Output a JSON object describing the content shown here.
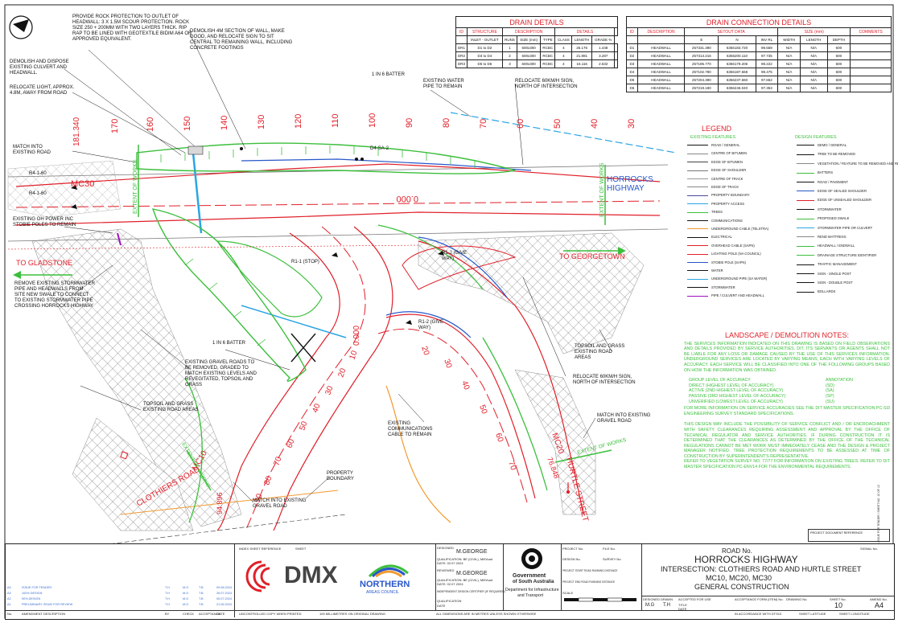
{
  "colors": {
    "design_green": "#3cbf3c",
    "road_red": "#e0202a",
    "stormwater_blue": "#2857c9",
    "hatch_grey": "#8c8c8c",
    "communications_orange": "#f29a2e"
  },
  "notes": {
    "rock_protection": "PROVIDE ROCK PROTECTION TO OUTLET OF HEADWALL: 3 X 1.5m SCOUR PROTECTION. ROCK SIZE 250 + 200mm WITH TWO LAYERS THICK. RIP RAP TO BE LINED WITH GEOTEXTILE BIDIM A64 OR APPROVED EQUIVALENT.",
    "demolish_wall": "DEMOLISH 4m SECTION OF WALL, MAKE GOOD, AND RELOCATE SIGN TO SIT CENTRAL TO REMAINING WALL, INCLUDING CONCRETE FOOTINGS",
    "demolish_culvert": "DEMOLISH AND DISPOSE EXISTING CULVERT AND HEADWALL.",
    "batter_top": "1 IN 6 BATTER",
    "relocate_light": "RELOCATE LIGHT, APPROX. 4.8M, AWAY FROM ROAD",
    "water_pipe": "EXISTING WATER PIPE TO REMAIN",
    "relocate_sign_north": "RELOCATE 60km/h SIGN, NORTH OF INTERSECTION",
    "match_existing": "MATCH INTO EXISTING ROAD",
    "stobie": "EXISTING OH POWER INC STOBIE POLES TO REMAIN",
    "remove_stormwater": "REMOVE EXISTING STORMWATER PIPE AND HEADWALLS FROM SITE NEW SWALE TO CONNECT TO EXISTING STORMWATER PIPE CROSSING HORROCKS HIGHWAY",
    "batter_mid": "1 IN 6 BATTER",
    "gravel_roads": "EXISTING GRAVEL ROADS TO BE REMOVED, GRADED TO MATCH EXISTING LEVELS AND REVEGITATED, TOPSOIL AND GRASS",
    "topsoil_left": "TOPSOIL AND GRASS EXISTING ROAD AREAS",
    "topsoil_right": "TOPSOIL AND GRASS EXISTING ROAD AREAS",
    "relocate_sign_2": "RELOCATE 60km/h SIGN, NORTH OF INTERSECTION",
    "comms_cable": "EXISTING COMMUNICATIONS CABLE TO REMAIN",
    "match_gravel_right": "MATCH INTO EXISTING GRAVEL ROAD",
    "property_boundary": "PROPERTY BOUNDARY",
    "match_gravel_bottom": "MATCH INTO EXISTING GRAVEL ROAD"
  },
  "map_labels": {
    "mc30": "MC30",
    "horrocks": "HORROCKS HIGHWAY",
    "to_gladstone": "TO GLADSTONE",
    "to_georgetown": "TO GEORGETOWN",
    "mc10": "MC10",
    "mc20": "MC20",
    "clothiers": "CLOTHIERS ROAD",
    "hurtle": "HURTLE STREET",
    "extent_works": "EXTENT OF WORKS",
    "chainage_zero_mc30": "0.000",
    "chainage_zero_mc10": "0.000",
    "chainage_end_mc10": "94.896",
    "chainage_end_mc20": "76.848",
    "chainage_start_mc30": "181.340",
    "sign_r4_1_60_a": "R4-1-60",
    "sign_r4_1_60_b": "R4-1-60",
    "sign_d4": "D4-SA-2",
    "sign_r1_1": "R1-1 (STOP)",
    "sign_r1_2a": "R1-2 (GIVE WAY)",
    "sign_r1_2b": "R1-2 (GIVE WAY)",
    "mc30_ticks": [
      "170",
      "160",
      "150",
      "140",
      "130",
      "120",
      "110",
      "100",
      "90",
      "80",
      "70",
      "60",
      "50",
      "40",
      "30"
    ],
    "mc20_ticks": [
      "20",
      "30",
      "40",
      "50",
      "60",
      "70"
    ],
    "mc10_ticks": [
      "10",
      "20",
      "30",
      "40",
      "50",
      "60",
      "70",
      "80",
      "90"
    ]
  },
  "drain_details": {
    "title": "DRAIN DETAILS",
    "group_headers": [
      "ID",
      "STRUCTURE",
      "DESCRIPTION",
      "DETAILS"
    ],
    "columns": [
      "INLET - OUTLET",
      "RUNS",
      "SIZE (mm)",
      "TYPE",
      "CLASS",
      "LENGTH",
      "GRADE %"
    ],
    "rows": [
      [
        "DR1",
        "D1 to D2",
        "1",
        "600x300",
        "RCBC",
        "4",
        "25.176",
        "1.448"
      ],
      [
        "DR2",
        "D3 to D4",
        "2",
        "600x300",
        "RCBC",
        "4",
        "21.891",
        "3.287"
      ],
      [
        "DR3",
        "D5 to D6",
        "3",
        "600x300",
        "RCBC",
        "4",
        "16.116",
        "2.632"
      ]
    ]
  },
  "drain_connections": {
    "title": "DRAIN CONNECTION DETAILS",
    "group_headers": [
      "ID",
      "DESCRIPTION",
      "SETOUT DATA",
      "SIZE (mm)",
      "COMMENTS"
    ],
    "columns": [
      "E",
      "N",
      "INV RL",
      "WIDTH",
      "LENGTH",
      "DEPTH"
    ],
    "rows": [
      [
        "D1",
        "HEADWALL",
        "257331.390",
        "6356183.720",
        "98.659",
        "N/A",
        "N/A",
        "600"
      ],
      [
        "D2",
        "HEADWALL",
        "257313.216",
        "6356200.110",
        "97.735",
        "N/A",
        "N/A",
        "600"
      ],
      [
        "D3",
        "HEADWALL",
        "257195.770",
        "6356179.206",
        "98.222",
        "N/A",
        "N/A",
        "600"
      ],
      [
        "D4",
        "HEADWALL",
        "257102.780",
        "6356187.568",
        "98.475",
        "N/A",
        "N/A",
        "600"
      ],
      [
        "D5",
        "HEADWALL",
        "257204.390",
        "6356237.660",
        "97.652",
        "N/A",
        "N/A",
        "600"
      ],
      [
        "D6",
        "HEADWALL",
        "257219.180",
        "6356246.040",
        "97.353",
        "N/A",
        "N/A",
        "600"
      ]
    ]
  },
  "legend": {
    "title": "LEGEND",
    "existing_header": "EXISTING FEATURES",
    "design_header": "DESIGN FEATURES",
    "existing": [
      "ROAD / GENERAL",
      "CENTRE OF BITUMEN",
      "EDGE OF BITUMEN",
      "EDGE OF SHOULDER",
      "CENTRE OF TRACK",
      "EDGE OF TRACK",
      "PROPERTY BOUNDARY",
      "PROPERTY ACCESS",
      "TREES",
      "COMMUNICATIONS",
      "UNDERGROUND CABLE (TELSTRA)",
      "ELECTRICAL",
      "OVERHEAD CABLE (SAPN)",
      "LIGHTING POLE (NA COUNCIL)",
      "STOBIE POLE (SAPN)",
      "WATER",
      "UNDERGROUND PIPE (SA WATER)",
      "STORMWATER",
      "PIPE / CULVERT AND HEADWALL"
    ],
    "design": [
      "DEMO / GENERAL",
      "TREE TO BE REMOVED",
      "VEGETATION / FEATURE TO BE REMOVED AND REHABILITATED",
      "BATTERS",
      "ROAD / PAVEMENT",
      "EDGE OF SEALED SHOULDER",
      "EDGE OF UNSEALED SHOULDER",
      "STORMWATER",
      "PROPOSED SWALE",
      "STORMWATER PIPE OR CULVERT",
      "REND MATTRESS",
      "HEADWALL / ENDWALL",
      "DRAINAGE STRUCTURE IDENTIFIER",
      "TRAFFIC MANAGEMENT",
      "SIGN - SINGLE POST",
      "SIGN - DOUBLE POST",
      "BOLLARDS"
    ]
  },
  "landscape": {
    "title": "LANDSCAPE / DEMOLITION NOTES:",
    "para1": "THE SERVICES INFORMATION INDICATED ON THIS DRAWING IS BASED ON FIELD OBSERVATIONS AND DETAILS PROVIDED BY SERVICE AUTHORITIES. DIT, ITS SERVANTS OR AGENTS SHALL NOT BE LIABLE FOR ANY LOSS OR DAMAGE CAUSED BY THE USE OF THIS SERVICES INFORMATION. UNDERGROUND SERVICES ARE LOCATED BY VARYING MEANS, EACH WITH VARYING LEVELS OF ACCURACY. EACH SERVICE WILL BE CLASSIFIED INTO ONE OF THE FOLLOWING GROUPS BASED ON HOW THE INFORMATION WAS OBTAINED.",
    "group_header": [
      "GROUP  LEVEL OF ACCURACY",
      "ANNOTATION"
    ],
    "groups": [
      [
        "DIRECT  (HIGHEST LEVEL OF ACCURACY)",
        "(SD)"
      ],
      [
        "ACTIVE  (2nd HIGHEST LEVEL OF ACCURACY)",
        "(SA)"
      ],
      [
        "PASSIVE (3rd HIGHEST LEVEL OF ACCURACY)",
        "(SP)"
      ],
      [
        "UNVERIFIED  (LOWEST LEVEL OF ACCURACY)",
        "(SU)"
      ]
    ],
    "para2": "FOR MORE INFORMATION ON SERVICE ACCURACIES SEE THE DIT MASTER SPECIFICATION PC-SI3 ENGINEERING SURVEY STANDARD SPECIFICATIONS.",
    "para3": "THIS DESIGN MAY INCLUDE THE POSSIBILITY OF SERVICE CONFLICT AND / OR ENCROACHMENT WITH SAFETY CLEARANCES REQUIRING ASSESSMENT AND APPROVAL BY THE OFFICE OF TECHNICAL REGULATOR AND SERVICE AUTHORITIES. IF DURING CONSTRUCTION IT IS DETERMINED THAT THE CLEARANCES AS DETERMINED BY THE OFFICE OF THE TECHNICAL REGULATIONS CANNOT BE MET WORK MUST IMMEDIATELY CEASE AND THE DESIGN & PROJECT MANAGER NOTIFIED. TREE PROTECTION REQUIREMENTS TO BE ASSESSED AT TIME OF CONSTRUCTION BY SUPERINTENDENT'S REPRESENTATIVE.",
    "para4": "REFER TO VEGETATION SURVEY NO. 77/77 FOR INFORMATION ON EXISTING TREES. REFER TO DIT MASTER SPECIFICATION PC-ENV14 FOR THE ENVIRONMENTAL REQUIREMENTS."
  },
  "title_block": {
    "project_doc_ref": "PROJECT DOCUMENT REFERENCE",
    "amendments": [
      [
        "A4",
        "ISSUE FOR TENDER",
        "T.H",
        "M.G",
        "T.B",
        "09.08.2024"
      ],
      [
        "A3",
        "100% DESIGN",
        "T.H",
        "M.G",
        "T.B",
        "26.07.2024"
      ],
      [
        "A2",
        "90% DESIGN",
        "T.H",
        "M.G",
        "T.B",
        "05.07.2024"
      ],
      [
        "A1",
        "PRELIMINARY ISSUE FOR REVIEW",
        "T.H",
        "M.G",
        "T.B",
        "21.06.2024"
      ]
    ],
    "amend_headers": [
      "No.",
      "AMENDMENT DESCRIPTION",
      "BY",
      "CHECK",
      "ACCEPTANCE",
      "DATE"
    ],
    "index_ref": "INDEX SHEET REFERENCE",
    "sheet": "SHEET",
    "uncontrolled": "UNCONTROLLED COPY WHEN PRINTED",
    "scale_note": "100 MILLIMETRES ON ORIGINAL DRAWING",
    "dimensions_note": "ALL DIMENSIONS ARE IN METRES UNLESS SHOWN OTHERWISE",
    "dmx": "DMX",
    "northern": "NORTHERN",
    "northern_sub": "AREAS COUNCIL",
    "designed_lbl": "DESIGNED",
    "designer": "M.GEORGE",
    "reviewed_lbl": "REVIEWED",
    "reviewer": "M.GEORGE",
    "qualification": "QUALIFICATION: BE (CIVIL), MIEAust",
    "date_designed": "DATE: 02.07.2024",
    "date_reviewed": "DATE: 02.07.2024",
    "certifier": "INDEPENDENT DESIGN CERTIFIER (IF REQUIRED)",
    "qual2": "QUALIFICATION",
    "date2": "DATE",
    "gov1": "Government",
    "gov2": "of South Australia",
    "dept1": "Department for Infrastructure",
    "dept2": "and Transport",
    "scale_lbl": "SCALE",
    "project_no": "PROJECT No.",
    "file_no": "FILE No.",
    "design_no": "DESIGN No.",
    "survey_no": "SURVEY No.",
    "proj_start": "PROJECT START ROAD RUNNING DISTANCE",
    "proj_end": "PROJECT END ROAD RUNNING DISTANCE",
    "road_no": "ROAD No.",
    "road_name": "HORROCKS HIGHWAY",
    "intersection": "INTERSECTION: CLOTHIERS ROAD AND HURTLE STREET",
    "mcs": "MC10, MC20, MC30",
    "general": "GENERAL CONSTRUCTION",
    "designed_by_lbl": "DESIGNED",
    "designed_by": "M.G",
    "drawn_lbl": "DRAWN",
    "drawn_by": "T.H",
    "accepted_lbl": "ACCEPTED FOR USE",
    "title_lbl": "TITLE",
    "date_lbl": "DATE",
    "acceptance_lbl": "ACCEPTANCE FORM (ITEM) No.",
    "drawing_no_lbl": "DRAWING No.",
    "sheet_no_lbl": "SHEET No.",
    "sheet_no": "10",
    "amend_no_lbl": "AMEND No.",
    "amend_no": "A4",
    "accordance": "IN ACCORDANCE WITH DTS10",
    "sheet_latitude": "SHEET LATITUDE",
    "sheet_longitude": "SHEET LONGITUDE",
    "signal_no": "SIGNAL No.",
    "side_strip": "FILE NAME: 10-ISSUE FOR TENDER / SHEET NO. 10 OF 12"
  }
}
